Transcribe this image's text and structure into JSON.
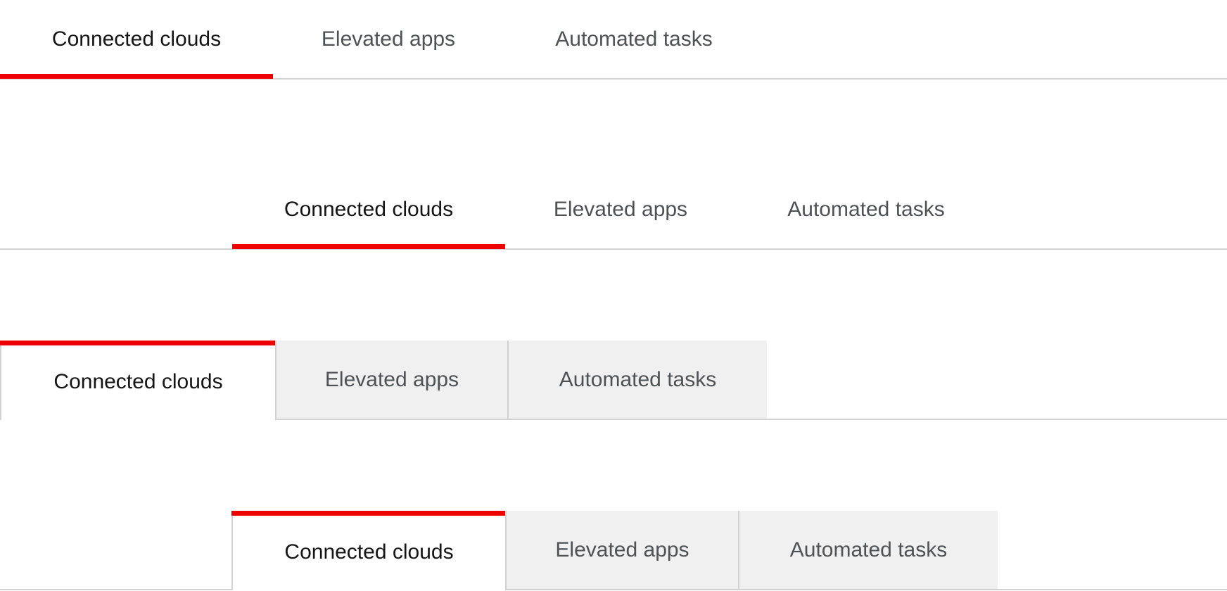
{
  "colors": {
    "accent": "#ee0000",
    "border": "#d2d2d2",
    "inactive_bg": "#f0f0f0",
    "active_text": "#151515",
    "inactive_text": "#4f5255"
  },
  "tabsets": [
    {
      "style": "underline",
      "alignment": "left",
      "tabs": [
        {
          "label": "Connected clouds",
          "active": true
        },
        {
          "label": "Elevated apps",
          "active": false
        },
        {
          "label": "Automated tasks",
          "active": false
        }
      ]
    },
    {
      "style": "underline",
      "alignment": "inset",
      "tabs": [
        {
          "label": "Connected clouds",
          "active": true
        },
        {
          "label": "Elevated apps",
          "active": false
        },
        {
          "label": "Automated tasks",
          "active": false
        }
      ]
    },
    {
      "style": "box",
      "alignment": "left",
      "tabs": [
        {
          "label": "Connected clouds",
          "active": true
        },
        {
          "label": "Elevated apps",
          "active": false
        },
        {
          "label": "Automated tasks",
          "active": false
        }
      ]
    },
    {
      "style": "box",
      "alignment": "inset",
      "tabs": [
        {
          "label": "Connected clouds",
          "active": true
        },
        {
          "label": "Elevated apps",
          "active": false
        },
        {
          "label": "Automated tasks",
          "active": false
        }
      ]
    }
  ]
}
